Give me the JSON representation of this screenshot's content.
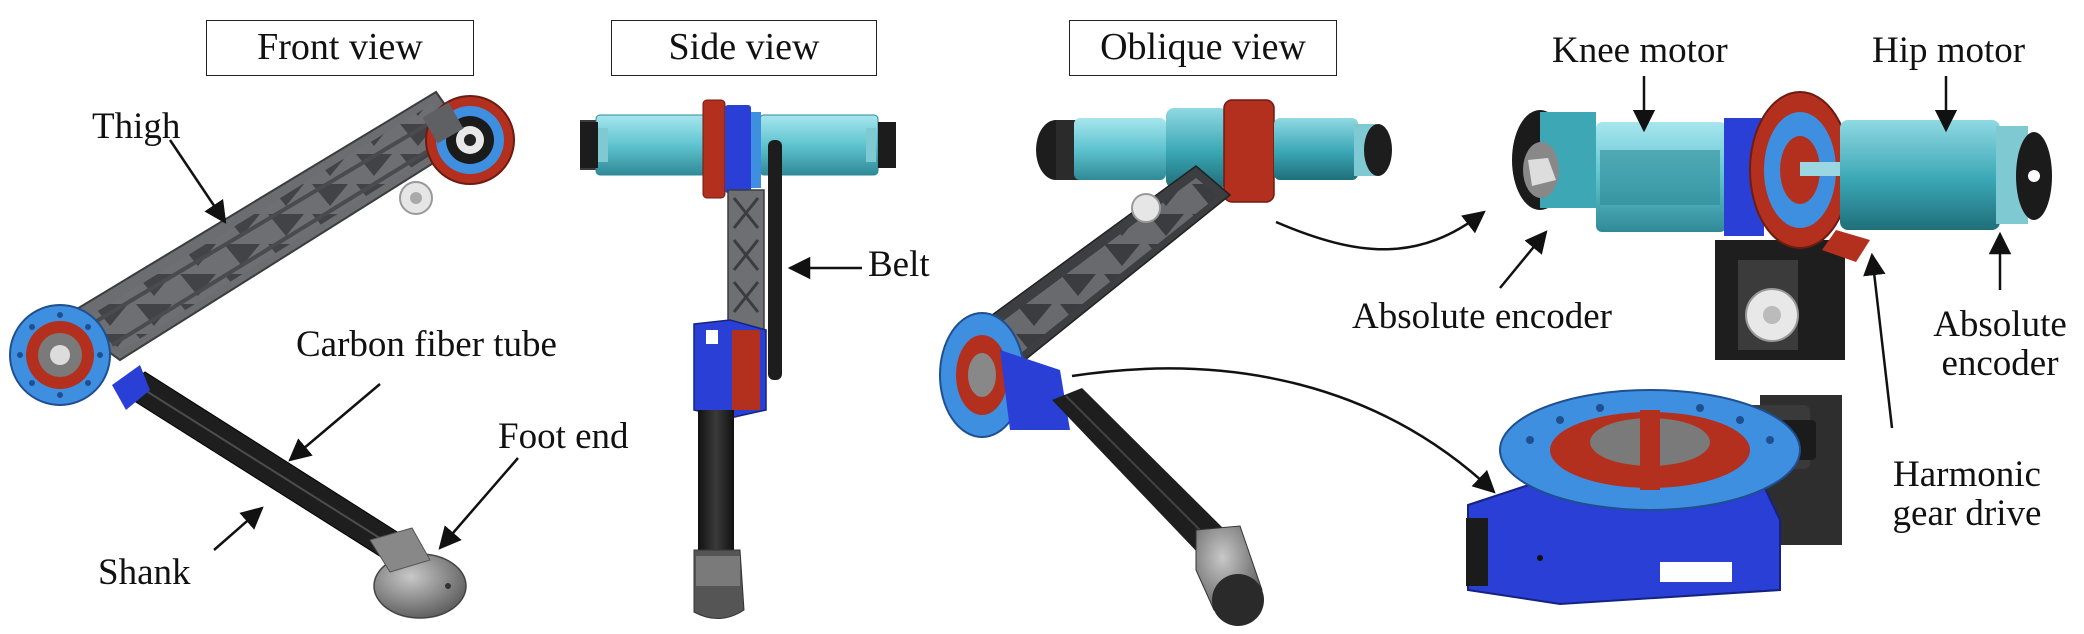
{
  "views": {
    "front": "Front view",
    "side": "Side view",
    "oblique": "Oblique view"
  },
  "labels": {
    "thigh": "Thigh",
    "carbon_tube": "Carbon fiber tube",
    "foot_end": "Foot end",
    "shank": "Shank",
    "belt": "Belt",
    "knee_motor": "Knee motor",
    "hip_motor": "Hip motor",
    "abs_encoder_left": "Absolute encoder",
    "abs_encoder_right_1": "Absolute",
    "abs_encoder_right_2": "encoder",
    "harmonic_1": "Harmonic",
    "harmonic_2": "gear drive"
  },
  "colors": {
    "motor_cyan": "#5fc4d0",
    "red_housing": "#b3301f",
    "blue_housing": "#2a3fd6",
    "light_blue_disc": "#3f8fe0",
    "frame_gray": "#6d6f73",
    "carbon_black": "#222222",
    "foot_gray": "#8a8a8a"
  }
}
